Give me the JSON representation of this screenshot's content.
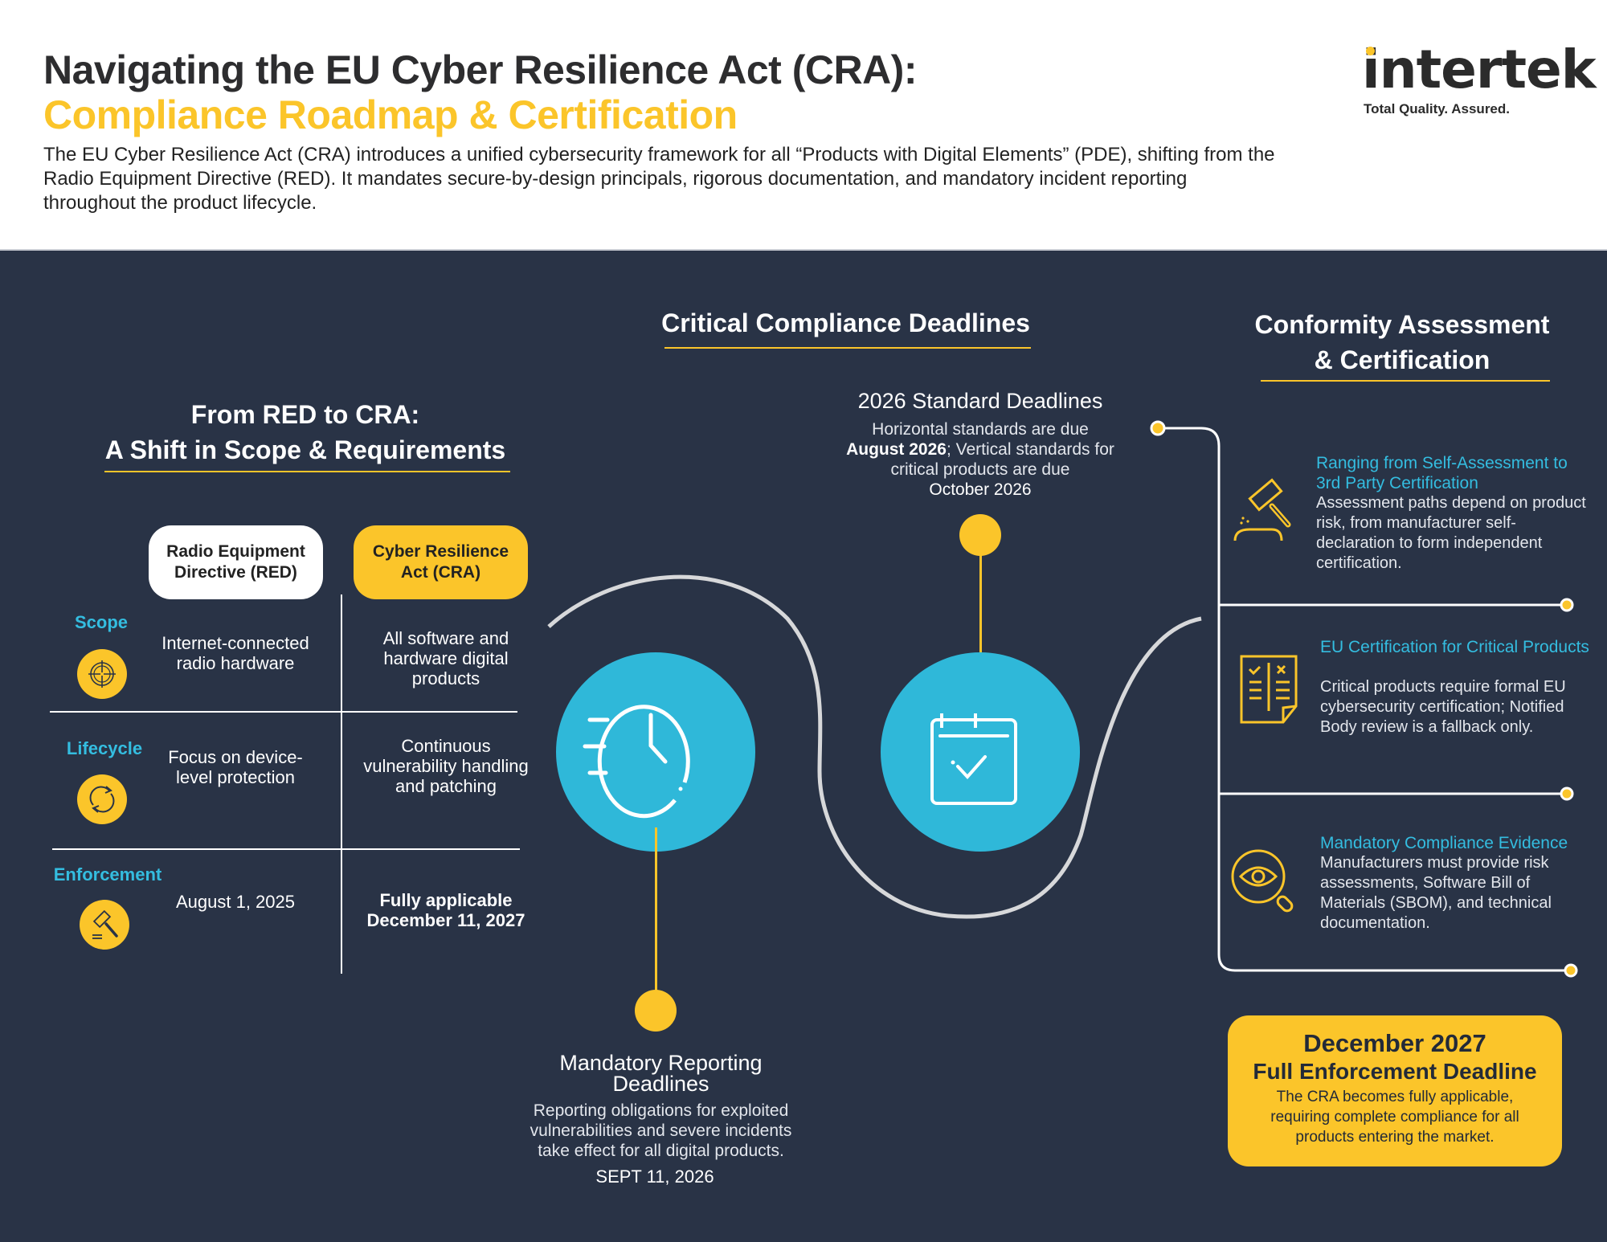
{
  "header": {
    "title_line1": "Navigating the EU Cyber Resilience Act (CRA):",
    "title_line2": "Compliance Roadmap & Certification",
    "intro": "The EU Cyber Resilience Act (CRA) introduces a unified cybersecurity framework for all “Products with Digital Elements” (PDE), shifting from the Radio Equipment Directive (RED). It mandates secure-by-design principals, rigorous documentation, and mandatory incident reporting throughout the product lifecycle.",
    "logo_word": "intertek",
    "logo_tagline": "Total Quality. Assured."
  },
  "colors": {
    "accent_yellow": "#fbc52a",
    "accent_cyan": "#34bde0",
    "panel_navy": "#293346"
  },
  "comparison": {
    "title_line1": "From RED to CRA:",
    "title_line2": "A Shift in Scope & Requirements",
    "columns": [
      "Radio Equipment Directive (RED)",
      "Cyber Resilience Act (CRA)"
    ],
    "rows": [
      {
        "label": "Scope",
        "icon": "target-icon",
        "red": "Internet-connected radio hardware",
        "cra": "All software and hardware digital products"
      },
      {
        "label": "Lifecycle",
        "icon": "refresh-icon",
        "red": "Focus on device-level protection",
        "cra": "Continuous vulnerability handling and patching"
      },
      {
        "label": "Enforcement",
        "icon": "gavel-icon",
        "red": "August 1, 2025",
        "cra": "Fully applicable December 11, 2027"
      }
    ]
  },
  "deadlines": {
    "title": "Critical Compliance Deadlines",
    "standard": {
      "title": "2026 Standard Deadlines",
      "body_part1": "Horizontal standards are due",
      "body_bold1": "August 2026",
      "body_part2": "; Vertical standards for critical products are due",
      "body_bold2": "October 2026",
      "icon": "calendar-check-icon"
    },
    "reporting": {
      "title": "Mandatory Reporting Deadlines",
      "body": "Reporting obligations for exploited vulnerabilities and severe incidents take effect for all digital products.",
      "date": "SEPT 11, 2026",
      "icon": "fast-clock-icon"
    }
  },
  "conformity": {
    "title_line1": "Conformity Assessment",
    "title_line2": "& Certification",
    "items": [
      {
        "heading": "Ranging from Self-Assessment to 3rd Party Certification",
        "body": "Assessment paths depend on product risk, from manufacturer self-declaration to form independent certification.",
        "icon": "gavel-icon"
      },
      {
        "heading": "EU Certification for Critical Products",
        "body": "Critical products require formal EU cybersecurity certification; Notified Body review is a fallback only.",
        "icon": "checklist-document-icon"
      },
      {
        "heading": "Mandatory Compliance Evidence",
        "body": "Manufacturers must provide risk assessments, Software Bill of Materials (SBOM), and technical documentation.",
        "icon": "magnifier-eye-icon"
      }
    ]
  },
  "final_deadline": {
    "date": "December 2027",
    "title": "Full Enforcement Deadline",
    "body": "The CRA becomes fully applicable, requiring complete compliance for all products entering the market."
  }
}
